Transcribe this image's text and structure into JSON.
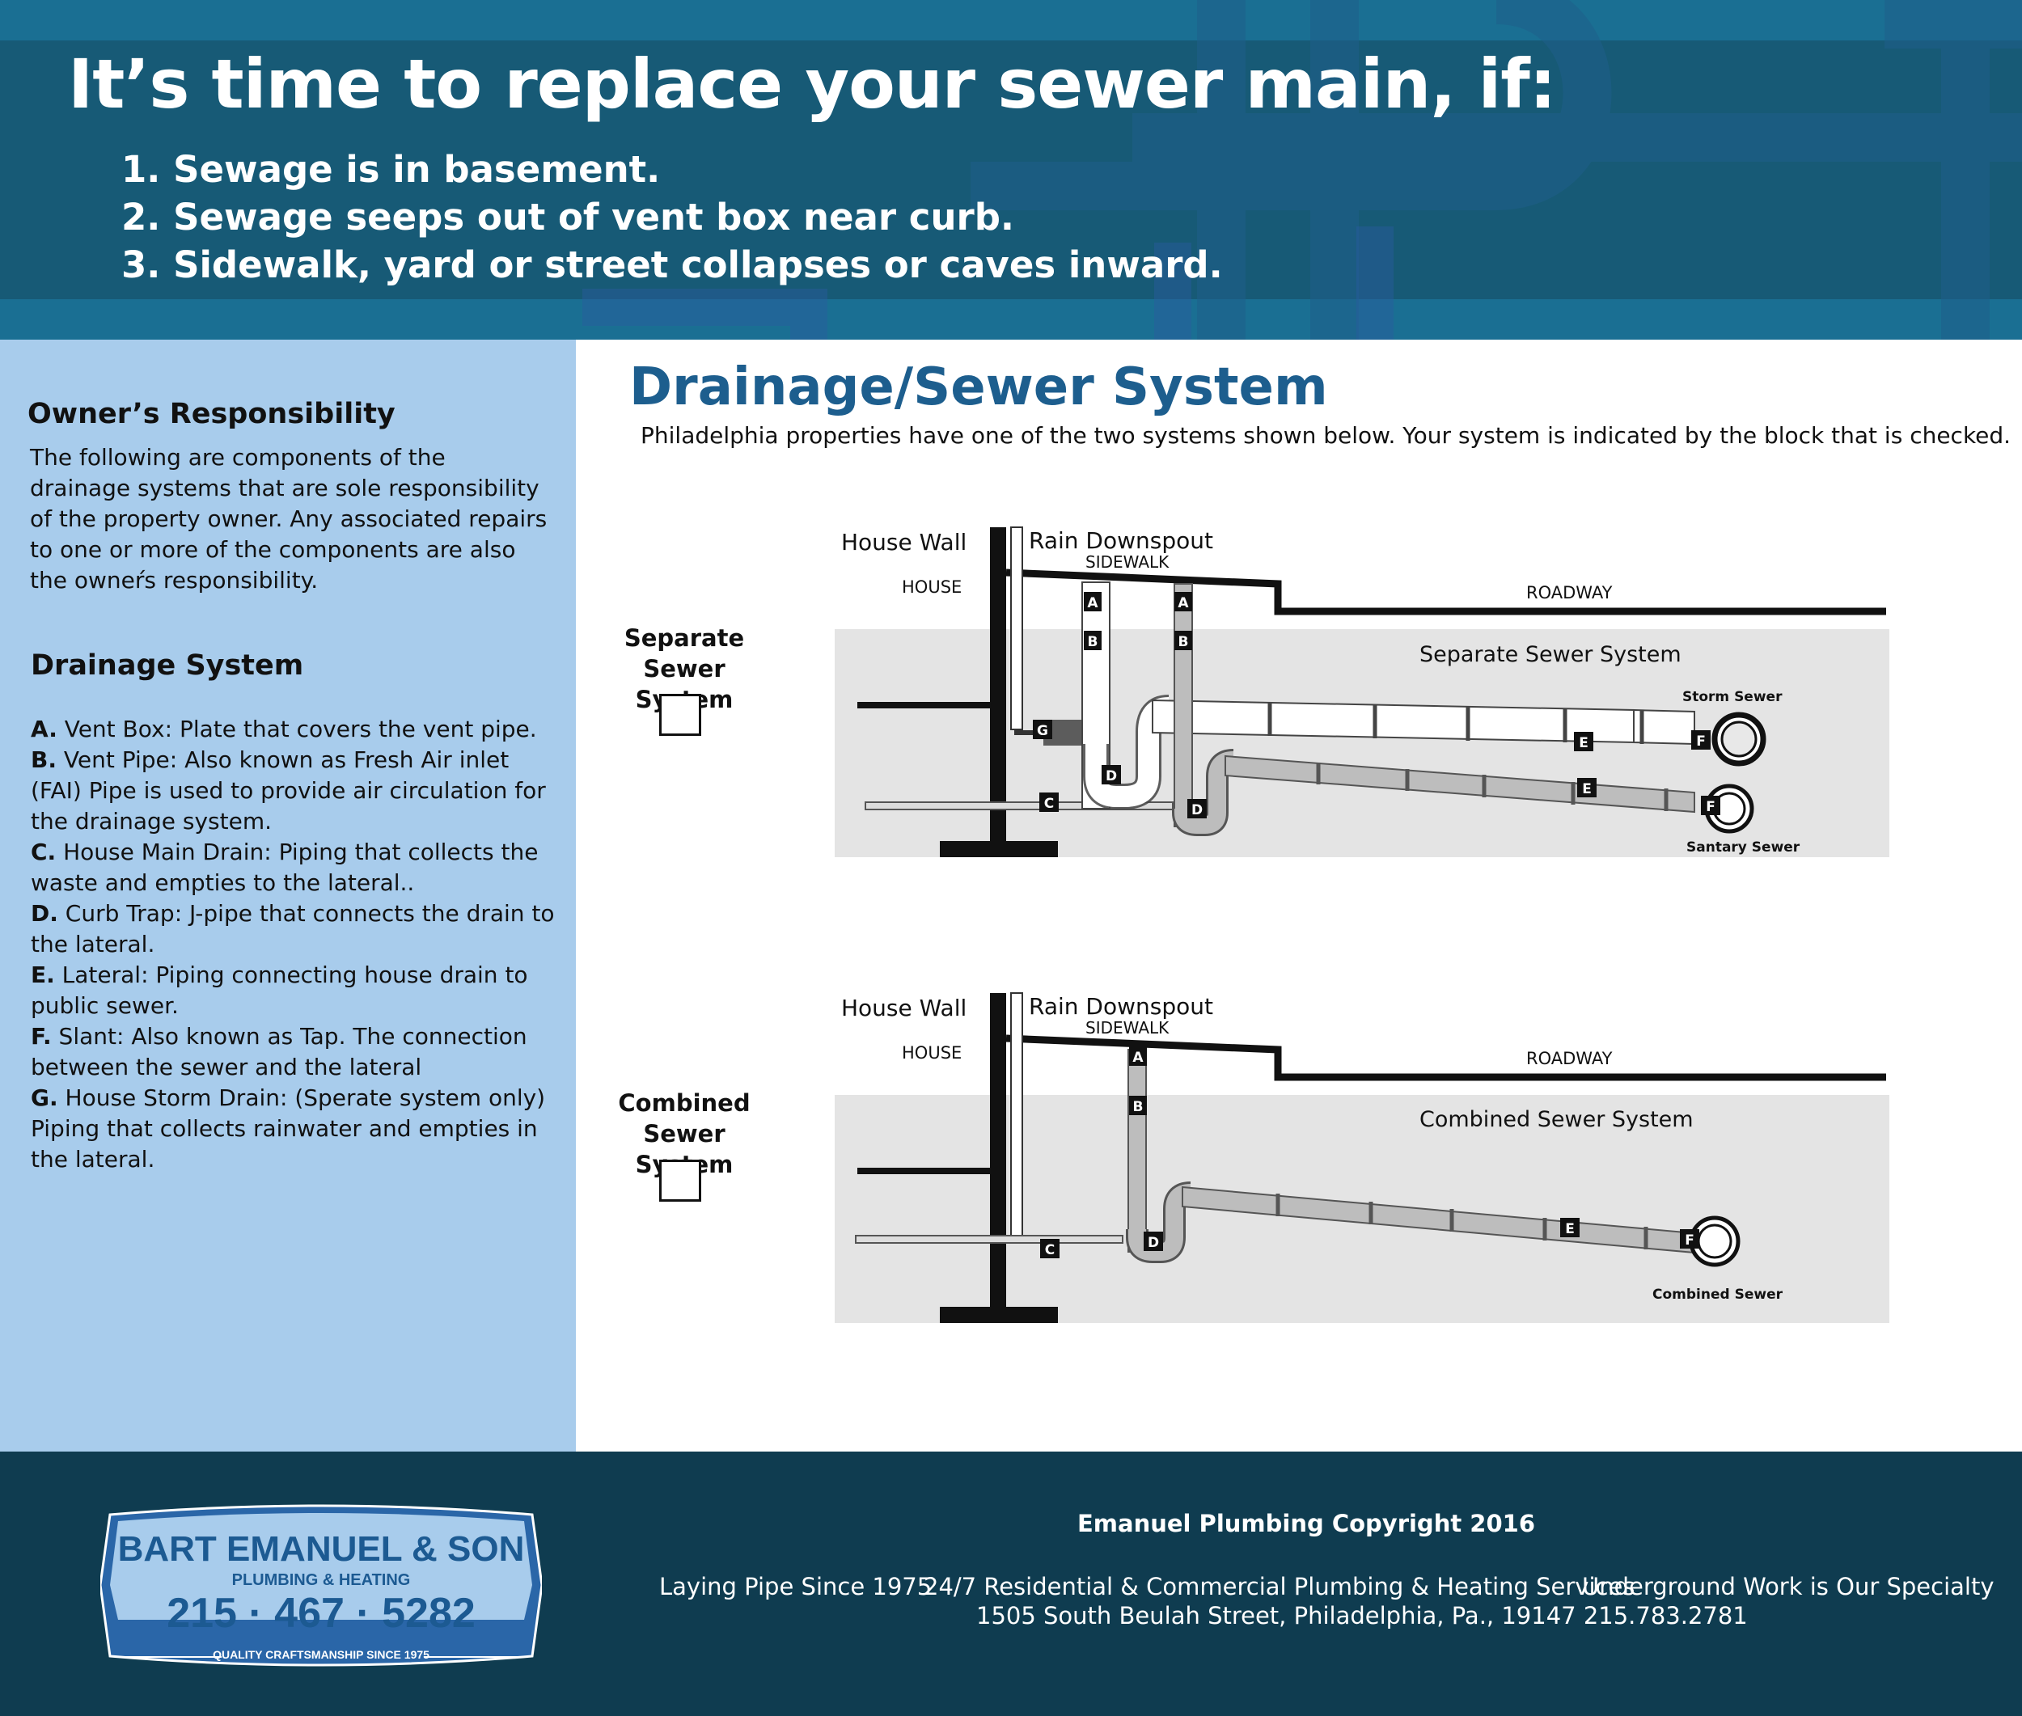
{
  "header": {
    "headline": "It’s time to replace your sewer main, if:",
    "reasons": [
      "1. Sewage is in basement.",
      "2. Sewage seeps out of vent box near curb.",
      "3. Sidewalk, yard or street collapses or caves inward."
    ]
  },
  "sidebar": {
    "owner_heading": "Owner’s Responsibility",
    "owner_body": "The following are components of the drainage systems that are sole responsibility of the property owner. Any associated repairs to one or more of the components are also the owneŕs responsibility.",
    "drainage_heading": "Drainage System",
    "definitions": [
      {
        "key": "A.",
        "text": " Vent Box: Plate that covers the vent pipe."
      },
      {
        "key": "B.",
        "text": " Vent Pipe: Also known as Fresh Air inlet (FAI) Pipe is used to provide air circulation for the drainage system."
      },
      {
        "key": "C.",
        "text": " House Main Drain: Piping that collects the waste and empties to the lateral.."
      },
      {
        "key": "D.",
        "text": " Curb Trap: J-pipe that connects the drain to the lateral."
      },
      {
        "key": "E.",
        "text": " Lateral: Piping connecting house drain to public sewer."
      },
      {
        "key": "F.",
        "text": " Slant: Also known as Tap. The connection between the sewer and the lateral"
      },
      {
        "key": "G.",
        "text": " House Storm Drain: (Sperate system only) Piping that collects rainwater and empties in the lateral."
      }
    ]
  },
  "main": {
    "title": "Drainage/Sewer System",
    "subtitle": "Philadelphia properties have one of the two systems shown below. Your system is indicated by the block that is checked."
  },
  "separate": {
    "label_line1": "Separate",
    "label_line2": "Sewer System",
    "house_wall": "House Wall",
    "downspout": "Rain Downspout",
    "sidewalk": "SIDEWALK",
    "house": "HOUSE",
    "roadway": "ROADWAY",
    "system_name": "Separate Sewer System",
    "storm_sewer": "Storm Sewer",
    "sanitary_sewer": "Santary Sewer",
    "letters": [
      "A",
      "B",
      "A",
      "B",
      "G",
      "D",
      "C",
      "D",
      "E",
      "E",
      "F",
      "F"
    ]
  },
  "combined": {
    "label_line1": "Combined",
    "label_line2": "Sewer System",
    "house_wall": "House Wall",
    "downspout": "Rain Downspout",
    "sidewalk": "SIDEWALK",
    "house": "HOUSE",
    "roadway": "ROADWAY",
    "system_name": "Combined Sewer System",
    "combined_sewer": "Combined Sewer",
    "letters": [
      "A",
      "B",
      "C",
      "D",
      "E",
      "F"
    ]
  },
  "footer": {
    "copyright": "Emanuel Plumbing Copyright 2016",
    "tagline_1": "Laying Pipe Since 1975",
    "tagline_2": "24/7 Residential & Commercial Plumbing & Heating Services",
    "tagline_3": "Underground Work is Our Specialty",
    "address": "1505 South Beulah Street, Philadelphia, Pa., 19147 215.783.2781"
  },
  "logo": {
    "name": "BART EMANUEL & SON",
    "subtitle": "PLUMBING & HEATING",
    "phone": "215 · 467 · 5282",
    "tagline": "QUALITY CRAFTSMANSHIP SINCE 1975"
  },
  "colors": {
    "header_blue": "#1a6f93",
    "header_dark": "#175a76",
    "sidebar_blue": "#a8ccec",
    "title_blue": "#1d5e8e",
    "footer_navy": "#0f3c50",
    "ground_gray": "#e4e4e4"
  }
}
